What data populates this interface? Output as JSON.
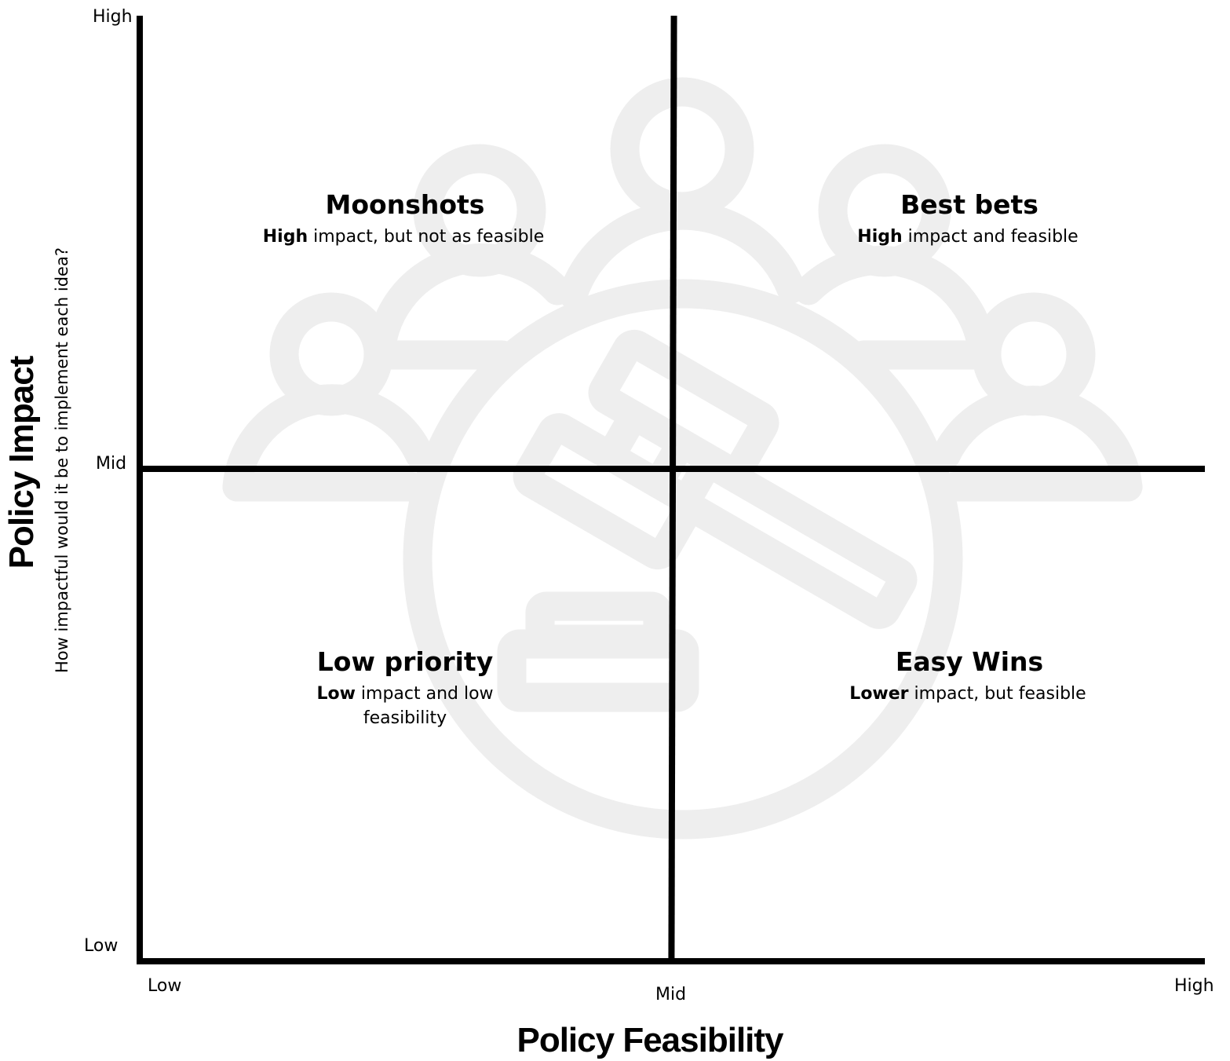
{
  "axes": {
    "x_title": "Policy Feasibility",
    "y_title": "Policy Impact",
    "y_subtitle": "How impactful would it be to implement each idea?",
    "x_ticks": {
      "low": "Low",
      "mid": "Mid",
      "high": "High"
    },
    "y_ticks": {
      "low": "Low",
      "mid": "Mid",
      "high": "High"
    }
  },
  "quadrants": {
    "moonshots": {
      "title": "Moonshots",
      "bold": "High",
      "rest": " impact, but not as feasible"
    },
    "best_bets": {
      "title": "Best bets",
      "bold": "High",
      "rest": " impact and feasible"
    },
    "low_priority": {
      "title": "Low priority",
      "bold": "Low",
      "rest": " impact and low feasibility"
    },
    "easy_wins": {
      "title": "Easy Wins",
      "bold": "Lower",
      "rest": " impact, but feasible"
    }
  },
  "colors": {
    "axis": "#000000",
    "watermark": "#eeeeee",
    "background": "#ffffff"
  },
  "background_icon": "people-around-gavel-icon"
}
